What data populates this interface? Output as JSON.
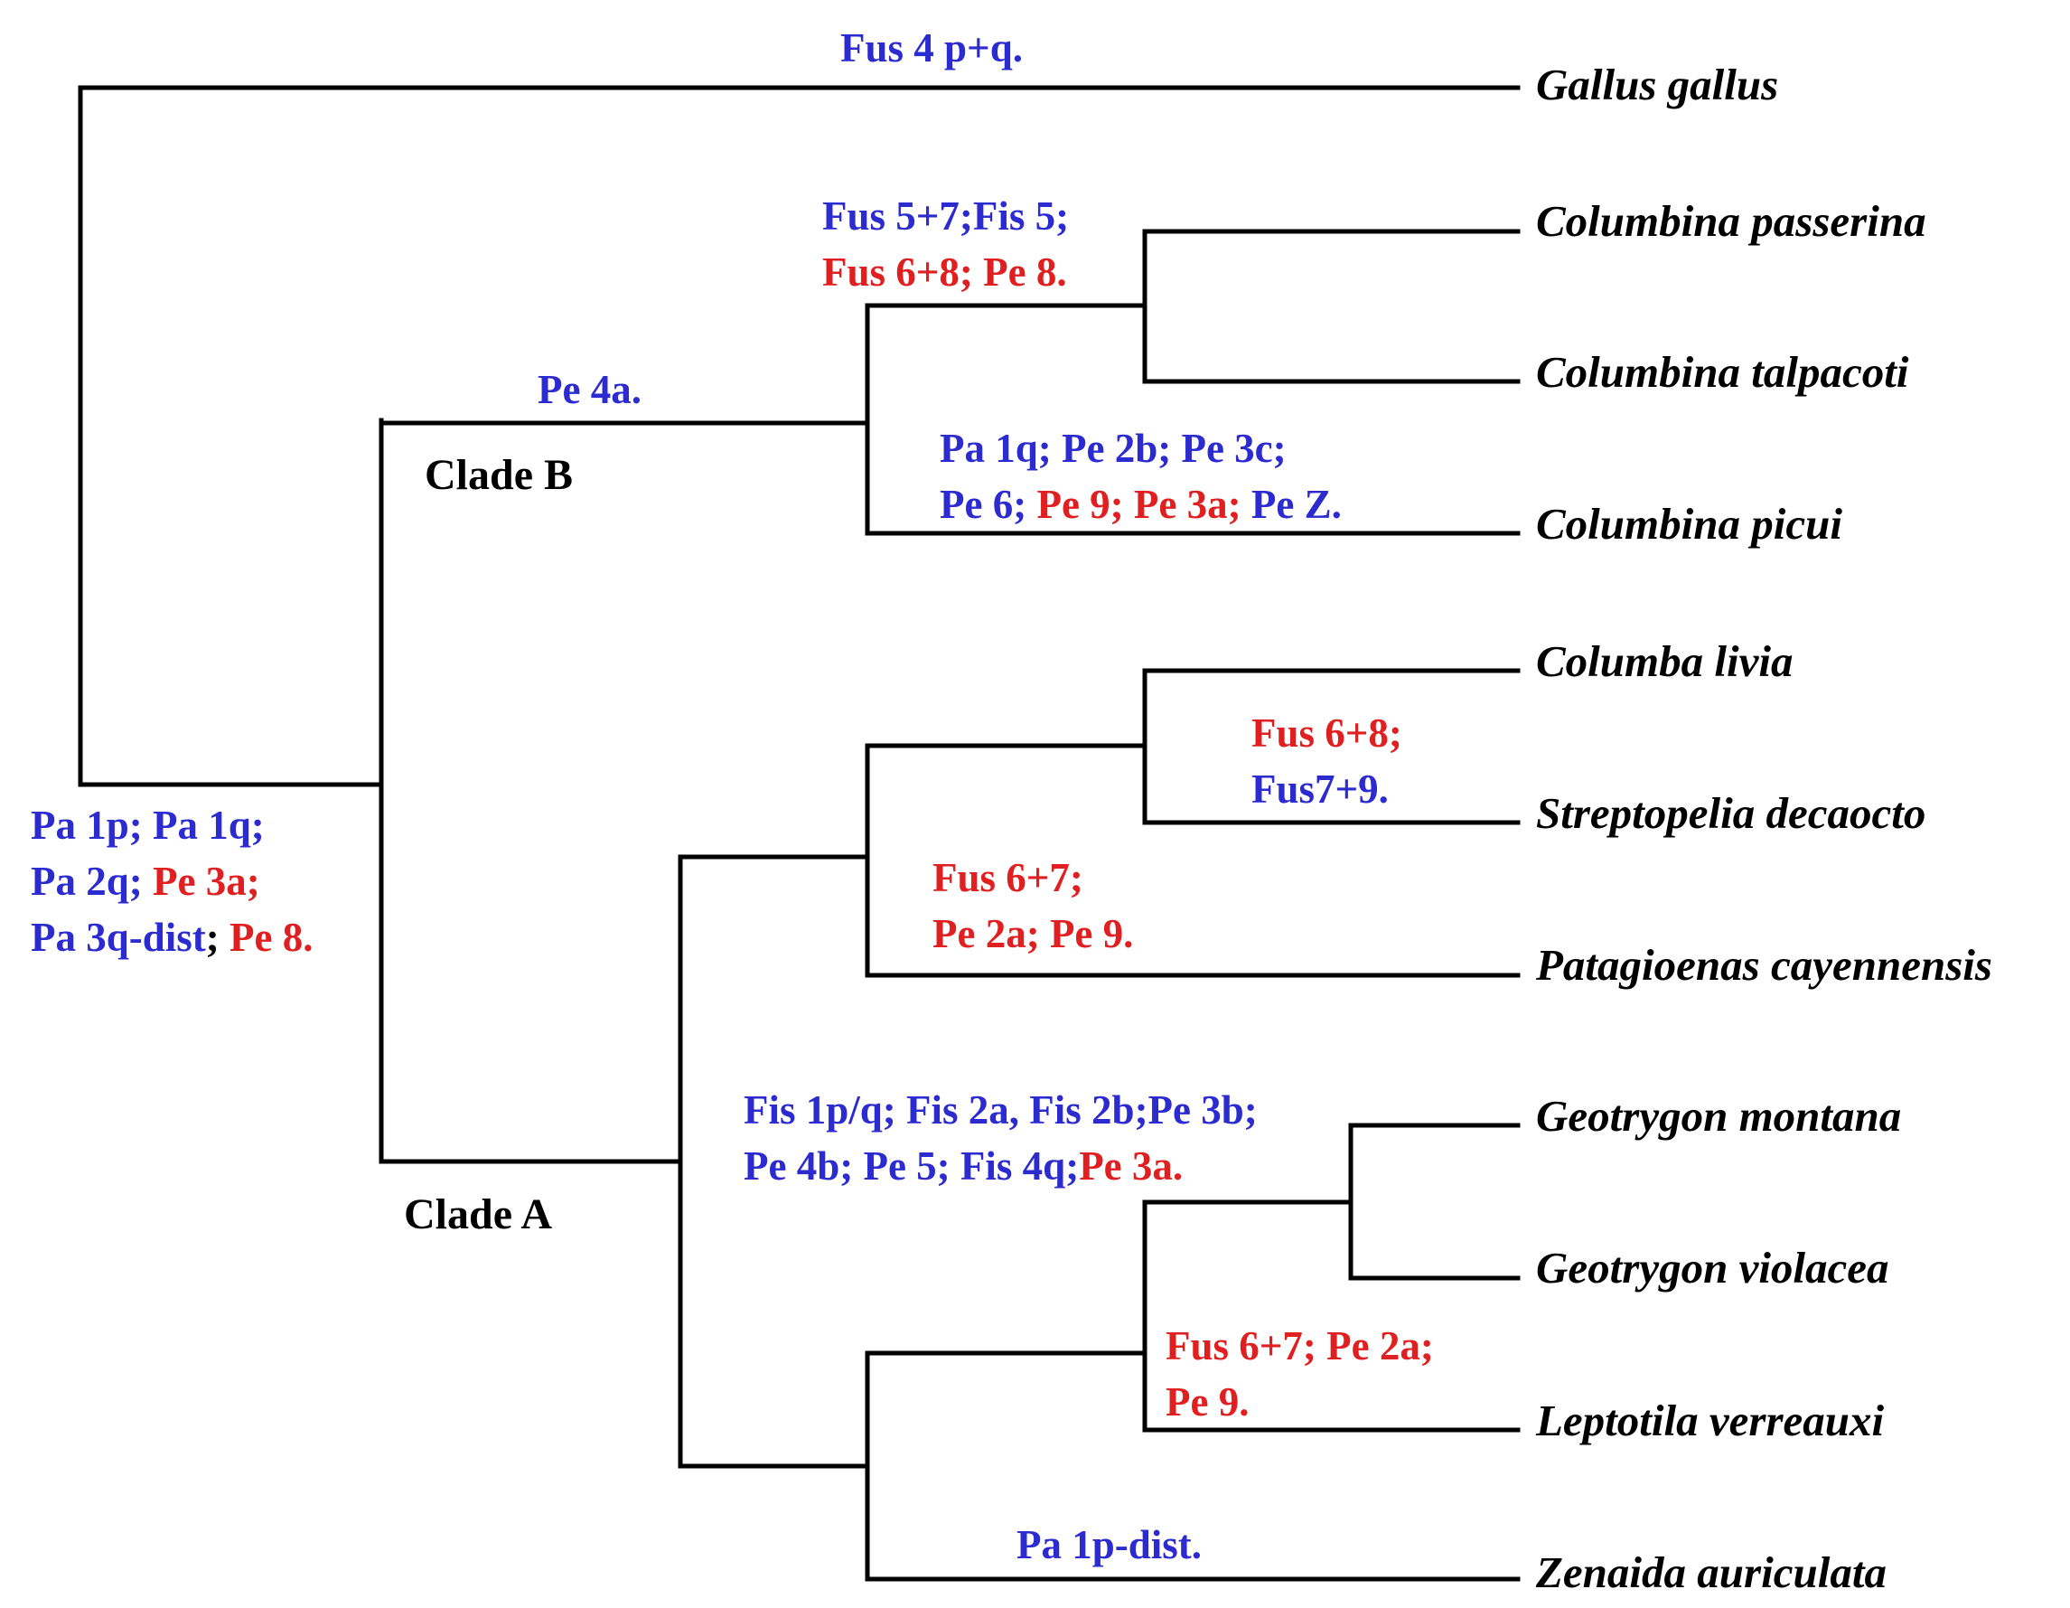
{
  "colors": {
    "blue": "#2b2bd0",
    "red": "#e02020",
    "black": "#000000",
    "branch": "#000000"
  },
  "taxa": [
    {
      "id": "gallus",
      "name": "Gallus gallus"
    },
    {
      "id": "passerina",
      "name": "Columbina passerina"
    },
    {
      "id": "talpacoti",
      "name": "Columbina talpacoti"
    },
    {
      "id": "picui",
      "name": "Columbina picui"
    },
    {
      "id": "livia",
      "name": "Columba livia"
    },
    {
      "id": "decaocto",
      "name": "Streptopelia decaocto"
    },
    {
      "id": "cayennensis",
      "name": "Patagioenas cayennensis"
    },
    {
      "id": "montana",
      "name": "Geotrygon montana"
    },
    {
      "id": "violacea",
      "name": "Geotrygon violacea"
    },
    {
      "id": "verreauxi",
      "name": "Leptotila verreauxi"
    },
    {
      "id": "auriculata",
      "name": "Zenaida auriculata"
    }
  ],
  "clades": [
    {
      "id": "clade-b",
      "label": "Clade B"
    },
    {
      "id": "clade-a",
      "label": "Clade A"
    }
  ],
  "annotations": [
    {
      "id": "gallus-branch",
      "lines": [
        [
          {
            "text": "Fus 4 p+q.",
            "color": "blue"
          }
        ]
      ]
    },
    {
      "id": "root-node",
      "lines": [
        [
          {
            "text": "Pa 1p; Pa 1q;",
            "color": "blue"
          }
        ],
        [
          {
            "text": "Pa 2q; ",
            "color": "blue"
          },
          {
            "text": "Pe 3a;",
            "color": "red"
          }
        ],
        [
          {
            "text": "Pa 3q-dist",
            "color": "blue"
          },
          {
            "text": "; ",
            "color": "black"
          },
          {
            "text": "Pe 8.",
            "color": "red"
          }
        ]
      ]
    },
    {
      "id": "clade-b-branch",
      "lines": [
        [
          {
            "text": "Pe 4a.",
            "color": "blue"
          }
        ]
      ]
    },
    {
      "id": "passerina-talpacoti-node",
      "lines": [
        [
          {
            "text": "Fus 5+7;Fis 5;",
            "color": "blue"
          }
        ],
        [
          {
            "text": "Fus 6+8; Pe 8.",
            "color": "red"
          }
        ]
      ]
    },
    {
      "id": "picui-branch",
      "lines": [
        [
          {
            "text": "Pa 1q; Pe 2b; Pe 3c;",
            "color": "blue"
          }
        ],
        [
          {
            "text": "Pe 6; ",
            "color": "blue"
          },
          {
            "text": "Pe 9; Pe 3a; ",
            "color": "red"
          },
          {
            "text": "Pe Z.",
            "color": "blue"
          }
        ]
      ]
    },
    {
      "id": "livia-decaocto-node",
      "lines": [
        [
          {
            "text": "Fus 6+8;",
            "color": "red"
          }
        ],
        [
          {
            "text": "Fus7+9.",
            "color": "blue"
          }
        ]
      ]
    },
    {
      "id": "cayennensis-branch",
      "lines": [
        [
          {
            "text": "Fus 6+7;",
            "color": "red"
          }
        ],
        [
          {
            "text": "Pe 2a; Pe 9.",
            "color": "red"
          }
        ]
      ]
    },
    {
      "id": "geotrygon-node",
      "lines": [
        [
          {
            "text": "Fis 1p/q; Fis 2a,  Fis 2b;Pe 3b;",
            "color": "blue"
          }
        ],
        [
          {
            "text": "Pe 4b; Pe 5; Fis 4q;",
            "color": "blue"
          },
          {
            "text": "Pe 3a.",
            "color": "red"
          }
        ]
      ]
    },
    {
      "id": "verreauxi-node",
      "lines": [
        [
          {
            "text": "Fus 6+7; Pe 2a;",
            "color": "red"
          }
        ],
        [
          {
            "text": "Pe 9.",
            "color": "red"
          }
        ]
      ]
    },
    {
      "id": "auriculata-branch",
      "lines": [
        [
          {
            "text": "Pa 1p-dist.",
            "color": "blue"
          }
        ]
      ]
    }
  ]
}
